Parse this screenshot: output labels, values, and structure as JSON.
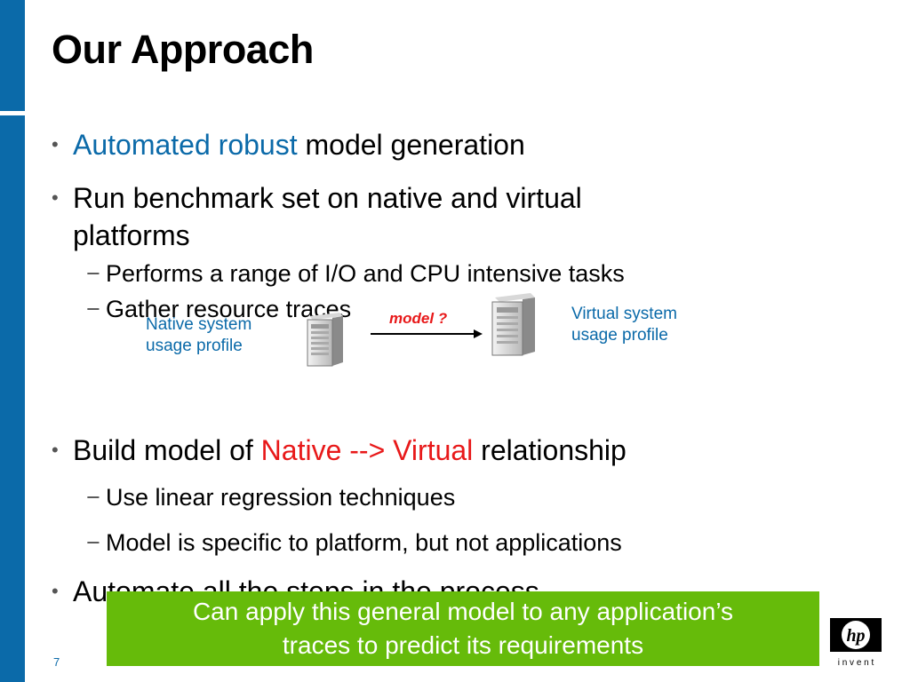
{
  "slide": {
    "title": "Our Approach",
    "page_number": "7"
  },
  "bullets": [
    {
      "parts": [
        "Automated robust",
        " model generation"
      ]
    },
    {
      "line1": "Run benchmark set on native and virtual",
      "line2": "platforms"
    },
    {
      "parts": [
        "Build model of ",
        "Native --> Virtual",
        " relationship"
      ]
    },
    {
      "text": "Automate all the steps in the process"
    }
  ],
  "sub_bullets": {
    "dash": "−",
    "b2": [
      "Performs a range of I/O and CPU intensive tasks",
      "Gather resource traces"
    ],
    "b3": [
      "Use linear regression techniques",
      "Model is specific to platform, but not applications"
    ]
  },
  "diagram": {
    "native_caption_line1": "Native system",
    "native_caption_line2": "usage profile",
    "virtual_caption_line1": "Virtual system",
    "virtual_caption_line2": "usage profile",
    "model_label": "model ?"
  },
  "callout": {
    "line1": "Can apply this general model to any application’s",
    "line2": "traces to predict its requirements"
  },
  "logo": {
    "tagline": "i n v e n t",
    "mark": "hp"
  },
  "colors": {
    "accent_blue": "#0b6aa9",
    "accent_red": "#e8191a",
    "callout_green": "#66bb0a"
  }
}
